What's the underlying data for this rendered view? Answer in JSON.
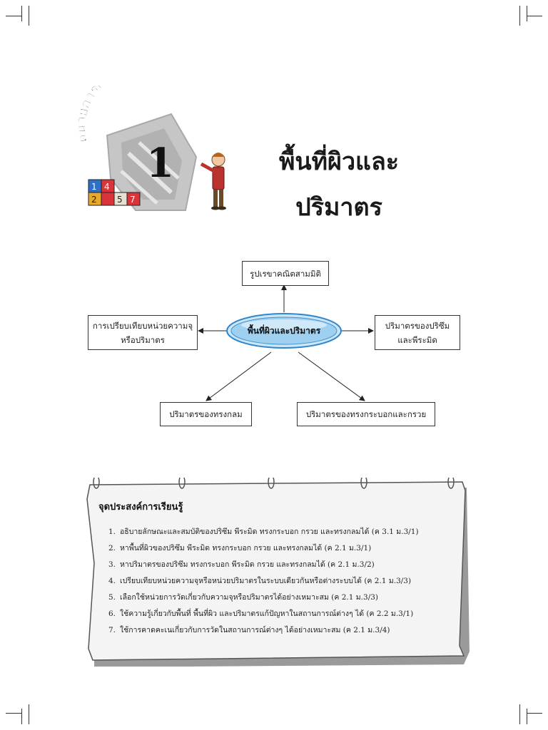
{
  "chapter": {
    "label": "หน่วยการเรียนรู้ที่",
    "number": "1",
    "block_numbers": [
      "1",
      "4",
      "2",
      "5",
      "7"
    ],
    "title_line1": "พื้นที่ผิวและ",
    "title_line2": "ปริมาตร"
  },
  "concept_map": {
    "center": "พื้นที่ผิวและปริมาตร",
    "top": "รูปเรขาคณิตสามมิติ",
    "left_line1": "การเปรียบเทียบหน่วยความจุ",
    "left_line2": "หรือปริมาตร",
    "right_line1": "ปริมาตรของปริซึม",
    "right_line2": "และพีระมิด",
    "bottom_left": "ปริมาตรของทรงกลม",
    "bottom_right": "ปริมาตรของทรงกระบอกและกรวย"
  },
  "objectives": {
    "heading": "จุดประสงค์การเรียนรู้",
    "items": [
      {
        "num": "1.",
        "text": "อธิบายลักษณะและสมบัติของปริซึม พีระมิด ทรงกระบอก กรวย และทรงกลมได้ (ค 3.1 ม.3/1)"
      },
      {
        "num": "2.",
        "text": "หาพื้นที่ผิวของปริซึม พีระมิด ทรงกระบอก กรวย และทรงกลมได้ (ค 2.1 ม.3/1)"
      },
      {
        "num": "3.",
        "text": "หาปริมาตรของปริซึม ทรงกระบอก พีระมิด กรวย และทรงกลมได้ (ค 2.1 ม.3/2)"
      },
      {
        "num": "4.",
        "text": "เปรียบเทียบหน่วยความจุหรือหน่วยปริมาตรในระบบเดียวกันหรือต่างระบบได้ (ค 2.1 ม.3/3)"
      },
      {
        "num": "5.",
        "text": "เลือกใช้หน่วยการวัดเกี่ยวกับความจุหรือปริมาตรได้อย่างเหมาะสม (ค 2.1 ม.3/3)"
      },
      {
        "num": "6.",
        "text": "ใช้ความรู้เกี่ยวกับพื้นที่ พื้นที่ผิว และปริมาตรแก้ปัญหาในสถานการณ์ต่างๆ ได้ (ค 2.2 ม.3/1)"
      },
      {
        "num": "7.",
        "text": "ใช้การคาดคะเนเกี่ยวกับการวัดในสถานการณ์ต่างๆ ได้อย่างเหมาะสม (ค 2.1 ม.3/4)"
      }
    ]
  }
}
